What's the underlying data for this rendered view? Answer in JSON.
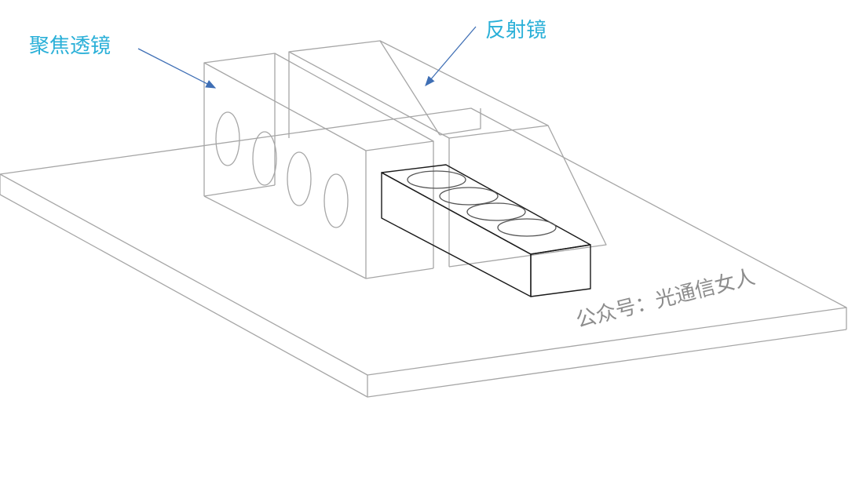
{
  "labels": {
    "focusing_lens": "聚焦透镜",
    "reflector": "反射镜"
  },
  "watermark": "公众号：光通信女人",
  "colors": {
    "label": "#2bb0d8",
    "arrow": "#3f6fb5",
    "line": "#a6a6a6",
    "dark_line": "#1a1a1a",
    "watermark": "#8c8c8c"
  }
}
